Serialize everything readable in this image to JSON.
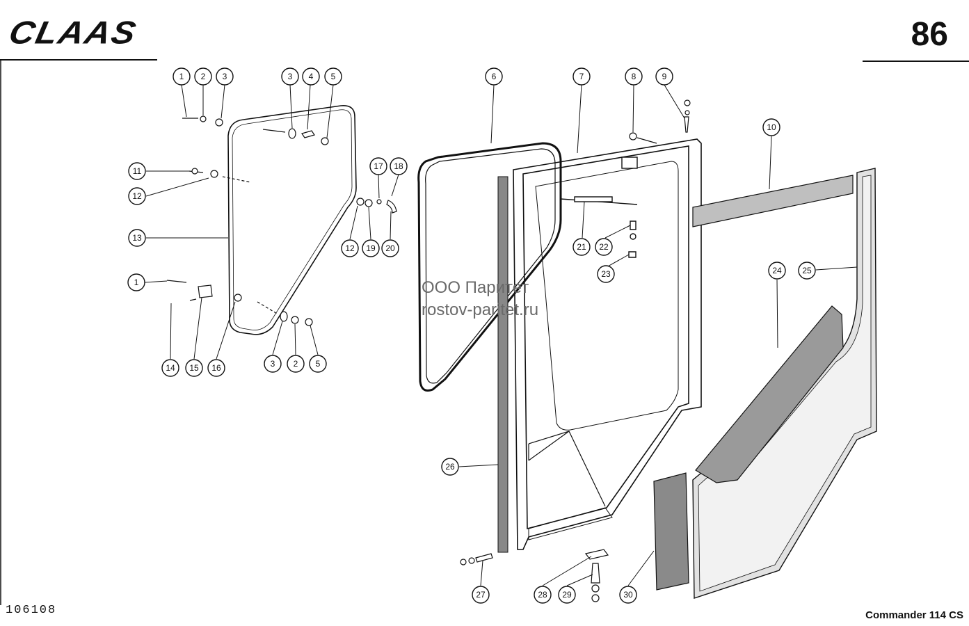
{
  "header": {
    "brand": "CLAAS",
    "page_number": "86"
  },
  "footer": {
    "drawing_number": "106108",
    "model": "Commander 114 CS"
  },
  "watermark": {
    "line1": "ООО Паритет",
    "line2": "rostov-paritet.ru"
  },
  "callouts": [
    "1",
    "2",
    "3",
    "3",
    "4",
    "5",
    "6",
    "7",
    "8",
    "9",
    "10",
    "11",
    "12",
    "13",
    "17",
    "18",
    "12",
    "19",
    "20",
    "21",
    "22",
    "23",
    "24",
    "25",
    "1",
    "14",
    "15",
    "16",
    "3",
    "2",
    "5",
    "26",
    "27",
    "28",
    "29",
    "30"
  ],
  "colors": {
    "ink": "#111111",
    "watermark": "#6a6a6a",
    "background": "#ffffff"
  }
}
